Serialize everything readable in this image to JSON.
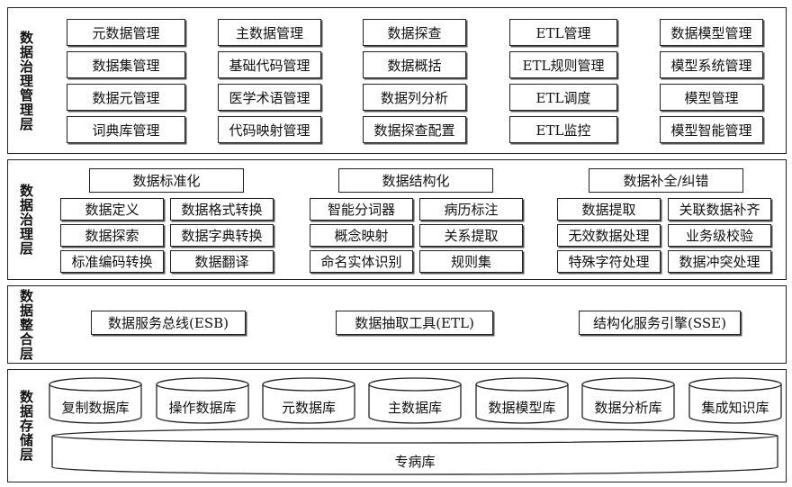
{
  "layers": {
    "management": {
      "title": "数据治理管理层",
      "columns": [
        [
          "元数据管理",
          "数据集管理",
          "数据元管理",
          "词典库管理"
        ],
        [
          "主数据管理",
          "基础代码管理",
          "医学术语管理",
          "代码映射管理"
        ],
        [
          "数据探查",
          "数据概括",
          "数据列分析",
          "数据探查配置"
        ],
        [
          "ETL管理",
          "ETL规则管理",
          "ETL调度",
          "ETL监控"
        ],
        [
          "数据模型管理",
          "模型系统管理",
          "模型管理",
          "模型智能管理"
        ]
      ]
    },
    "governance": {
      "title": "数据治理层",
      "groups": [
        {
          "header": "数据标准化",
          "items": [
            "数据定义",
            "数据格式转换",
            "数据探索",
            "数据字典转换",
            "标准编码转换",
            "数据翻译"
          ]
        },
        {
          "header": "数据结构化",
          "items": [
            "智能分词器",
            "病历标注",
            "概念映射",
            "关系提取",
            "命名实体识别",
            "规则集"
          ]
        },
        {
          "header": "数据补全/纠错",
          "items": [
            "数据提取",
            "关联数据补齐",
            "无效数据处理",
            "业务级校验",
            "特殊字符处理",
            "数据冲突处理"
          ]
        }
      ]
    },
    "integration": {
      "title": "数据整合层",
      "items": [
        "数据服务总线(ESB)",
        "数据抽取工具(ETL)",
        "结构化服务引擎(SSE)"
      ]
    },
    "storage": {
      "title": "数据存储层",
      "databases": [
        "复制数据库",
        "操作数据库",
        "元数据库",
        "主数据库",
        "数据模型库",
        "数据分析库",
        "集成知识库"
      ],
      "base": "专病库"
    }
  }
}
